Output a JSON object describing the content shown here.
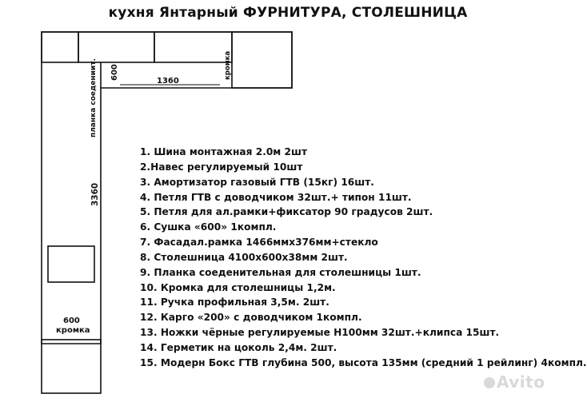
{
  "title": "кухня Янтарный ФУРНИТУРА, СТОЛЕШНИЦА",
  "plan": {
    "top_depth": "600",
    "top_length": "1360",
    "top_edge": "кромка",
    "side_length": "3360",
    "side_connector": "планка соедениит.",
    "bottom_depth": "600",
    "bottom_edge": "кромка"
  },
  "items": [
    "1. Шина монтажная 2.0м 2шт",
    "2.Навес регулируемый 10шт",
    "3. Амортизатор газовый ГТВ (15кг) 16шт.",
    "4. Петля ГТВ с доводчиком 32шт.+ типон 11шт.",
    "5. Петля для ал.рамки+фиксатор 90 градусов  2шт.",
    "6. Сушка «600» 1компл.",
    "7. Фасадал.рамка 1466ммх376мм+стекло",
    "8. Столешница 4100х600х38мм 2шт.",
    "9. Планка соеденительная для столешницы 1шт.",
    "10. Кромка для столешницы 1,2м.",
    "11. Ручка профильная 3,5м. 2шт.",
    "12. Карго «200» с доводчиком 1компл.",
    "13. Ножки чёрные регулируемые Н100мм 32шт.+клипса 15шт.",
    "14. Герметик на цоколь 2,4м. 2шт.",
    "15. Модерн Бокс ГТВ глубина 500, высота 135мм (средний 1 рейлинг) 4компл."
  ],
  "watermark": "Avito"
}
